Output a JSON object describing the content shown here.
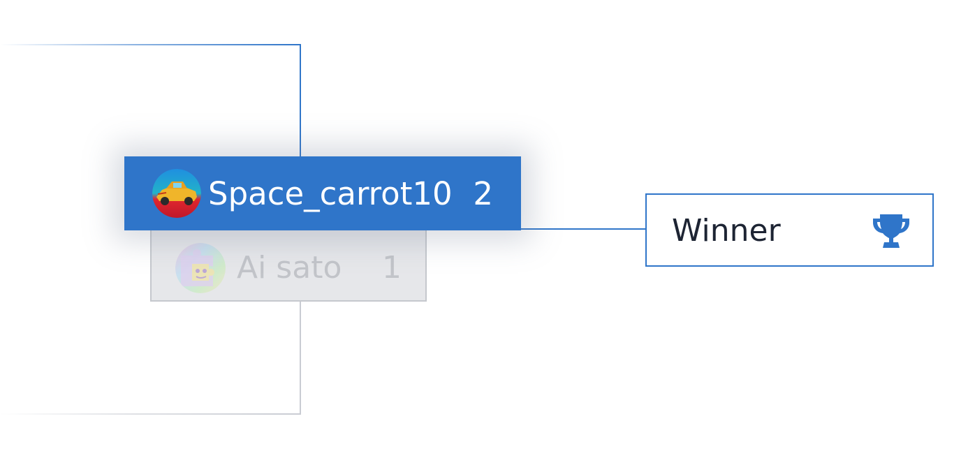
{
  "bracket": {
    "match": {
      "winner_player": {
        "name": "Space_carrot10",
        "score": "2",
        "avatar_icon": "car-avatar-icon"
      },
      "loser_player": {
        "name": "Ai sato",
        "score": "1",
        "avatar_icon": "puzzle-avatar-icon"
      }
    },
    "result": {
      "label": "Winner",
      "icon": "trophy-icon"
    }
  },
  "colors": {
    "accent": "#2f75c9",
    "loser_background": "#e6e7ea",
    "loser_text": "#c2c4c9",
    "winner_text": "#ffffff",
    "result_text": "#1d2433"
  }
}
